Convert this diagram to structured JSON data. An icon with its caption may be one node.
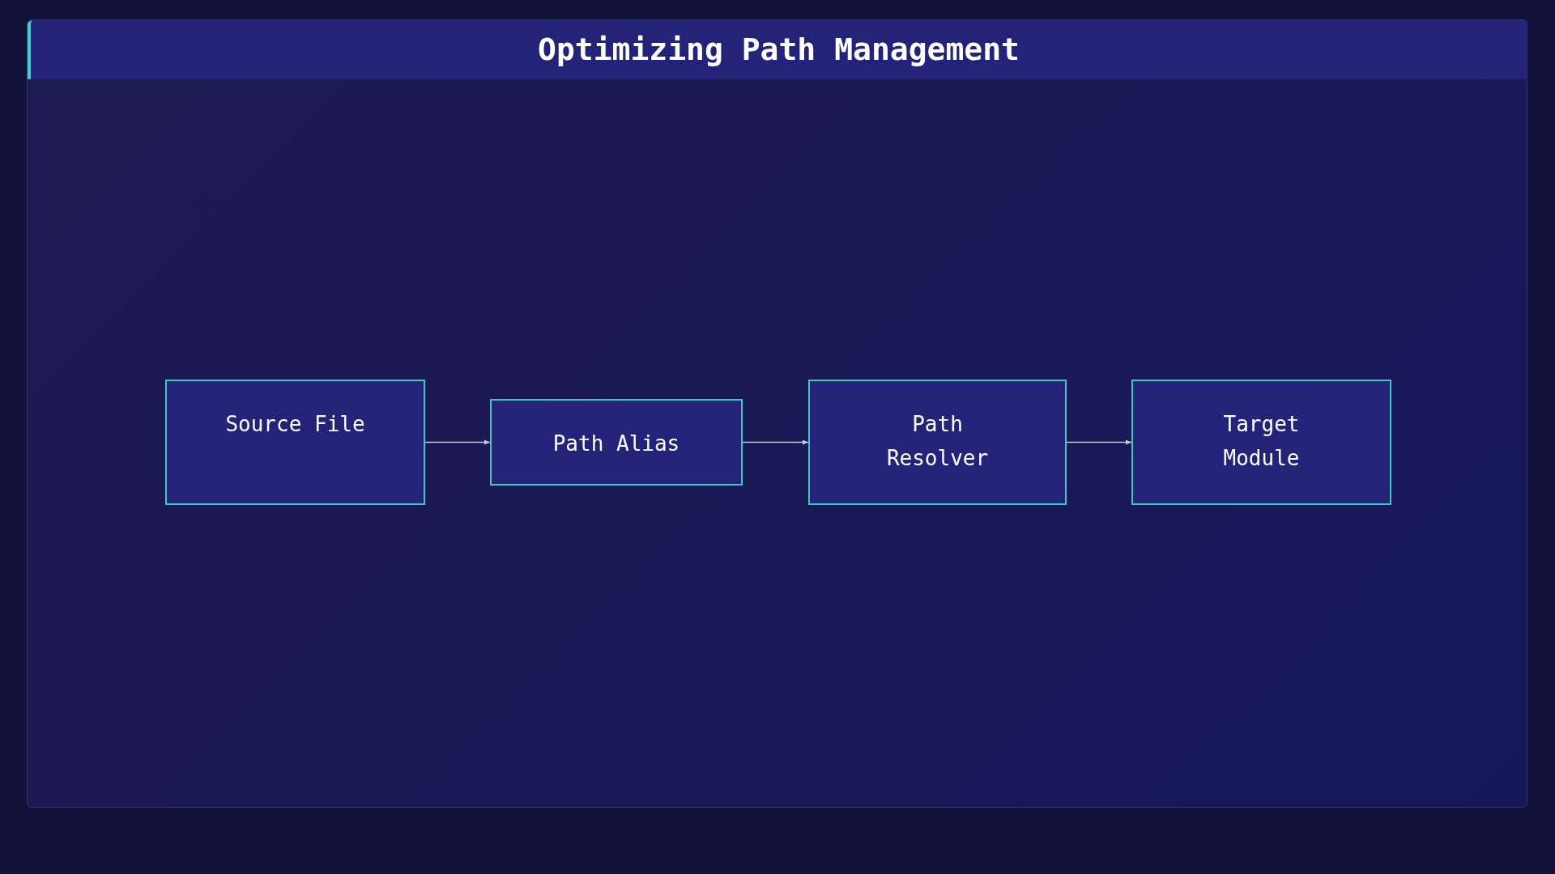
{
  "diagram": {
    "title": "Optimizing Path Management",
    "nodes": [
      {
        "text": [
          "Source File"
        ]
      },
      {
        "text": [
          "Path Alias"
        ]
      },
      {
        "text": [
          "Path Resolver"
        ]
      },
      {
        "text": [
          "Target Module"
        ]
      }
    ],
    "edges": [
      {
        "from": 0,
        "to": 1,
        "arrow": "to"
      },
      {
        "from": 1,
        "to": 2,
        "arrow": "to"
      },
      {
        "from": 2,
        "to": 3,
        "arrow": "to"
      }
    ]
  }
}
